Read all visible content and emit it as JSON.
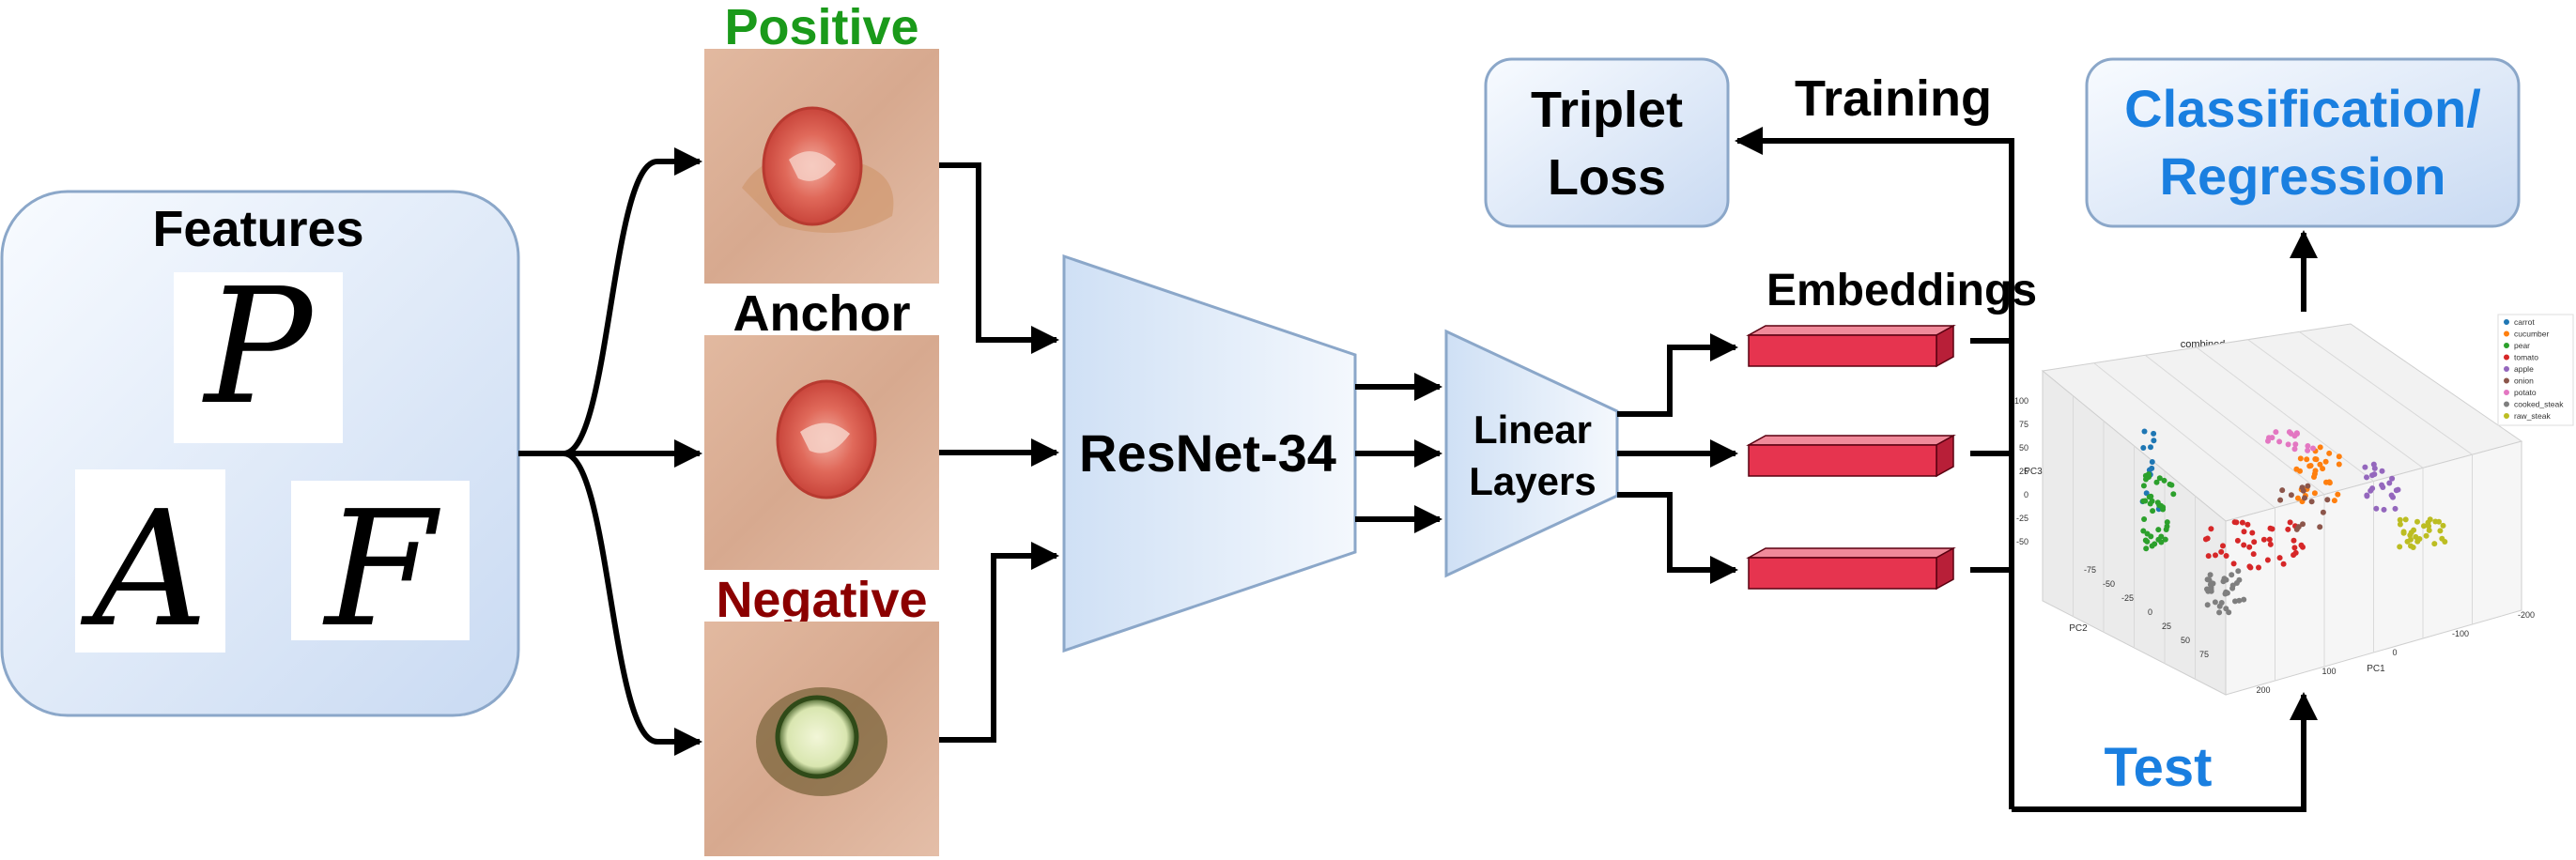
{
  "features": {
    "title": "Features",
    "symbols": [
      "P",
      "A",
      "F"
    ]
  },
  "samples": {
    "positive": "Positive",
    "anchor": "Anchor",
    "negative": "Negative"
  },
  "network": {
    "backbone": "ResNet-34",
    "linear_line1": "Linear",
    "linear_line2": "Layers"
  },
  "embeddings": {
    "label": "Embeddings"
  },
  "triplet_loss": {
    "line1": "Triplet",
    "line2": "Loss"
  },
  "training": {
    "label": "Training"
  },
  "test": {
    "label": "Test"
  },
  "classification": {
    "line1": "Classification/",
    "line2": "Regression"
  },
  "plot": {
    "title": "combined_audio_features",
    "legend": [
      "carrot",
      "cucumber",
      "pear",
      "tomato",
      "apple",
      "onion",
      "potato",
      "cooked_steak",
      "raw_steak"
    ],
    "legend_colors": [
      "#1f77b4",
      "#ff7f0e",
      "#2ca02c",
      "#d62728",
      "#9467bd",
      "#8c564b",
      "#e377c2",
      "#7f7f7f",
      "#bcbd22"
    ],
    "axis_pc1": "PC1",
    "axis_pc2": "PC2",
    "axis_pc3": "PC3",
    "pc3_ticks": [
      "100",
      "75",
      "50",
      "25",
      "0",
      "-25",
      "-50"
    ],
    "pc2_ticks": [
      "-75",
      "-50",
      "-25",
      "0",
      "25",
      "50",
      "75"
    ],
    "pc1_ticks": [
      "200",
      "100",
      "0",
      "-100",
      "-200"
    ]
  },
  "colors": {
    "box_fill_top": "#f7faff",
    "box_fill_bottom": "#ccdcf3",
    "box_stroke": "#8ba7c9",
    "positive": "#1a9a1a",
    "negative": "#8b0000",
    "blue_text": "#1a7fe0",
    "embed_red": "#e6344f"
  }
}
